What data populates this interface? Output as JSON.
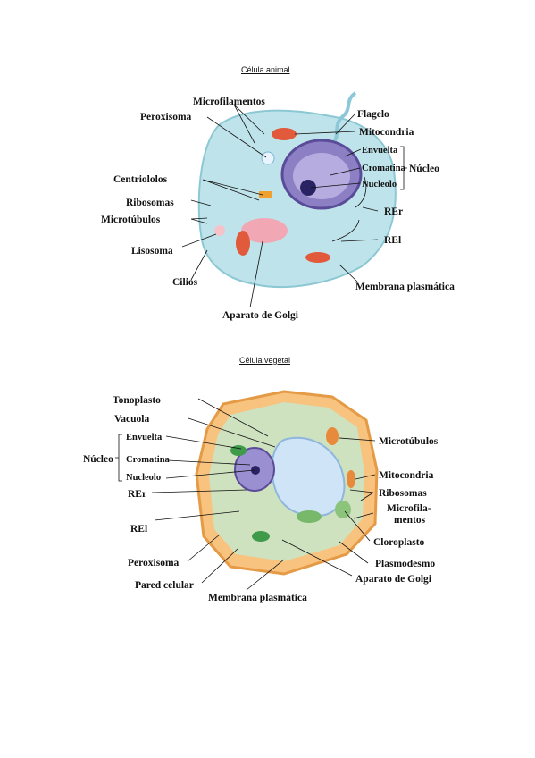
{
  "animal": {
    "title": "Célula animal",
    "labels": {
      "microfilamentos": "Microfilamentos",
      "peroxisoma": "Peroxisoma",
      "flagelo": "Flagelo",
      "mitocondria": "Mitocondria",
      "envuelta": "Envuelta",
      "cromatina": "Cromatina",
      "nucleolo": "Nucleolo",
      "nucleo": "Núcleo",
      "centriololos": "Centriololos",
      "ribosomas": "Ribosomas",
      "microtubulos": "Microtúbulos",
      "lisosoma": "Lisosoma",
      "cilios": "Cilios",
      "rer": "REr",
      "rel": "REl",
      "membrana": "Membrana plasmática",
      "golgi": "Aparato de Golgi"
    }
  },
  "vegetal": {
    "title": "Célula vegetal",
    "labels": {
      "tonoplasto": "Tonoplasto",
      "vacuola": "Vacuola",
      "envuelta": "Envuelta",
      "cromatina": "Cromatina",
      "nucleolo": "Nucleolo",
      "nucleo": "Núcleo",
      "rer": "REr",
      "rel": "REl",
      "peroxisoma": "Peroxisoma",
      "pared": "Pared celular",
      "membrana": "Membrana plasmática",
      "microtubulos": "Microtúbulos",
      "mitocondria": "Mitocondria",
      "ribosomas": "Ribosomas",
      "microfila1": "Microfila-",
      "microfila2": "mentos",
      "cloroplasto": "Cloroplasto",
      "plasmodesmo": "Plasmodesmo",
      "golgi": "Aparato de Golgi"
    }
  }
}
